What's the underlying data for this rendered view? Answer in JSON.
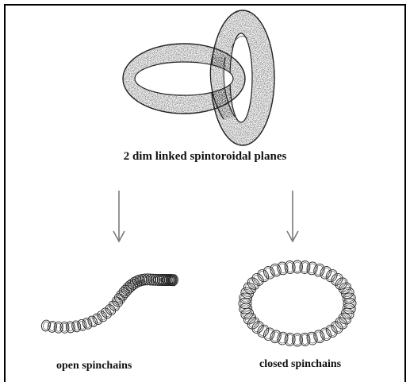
{
  "diagram": {
    "title": "2 dim linked spintoroidal planes",
    "left_branch": {
      "label": "open spinchains"
    },
    "right_branch": {
      "label": "closed spinchains"
    },
    "colors": {
      "stroke": "#222222",
      "arrow": "#7a7a7a",
      "border": "#000000",
      "background": "#ffffff"
    }
  }
}
